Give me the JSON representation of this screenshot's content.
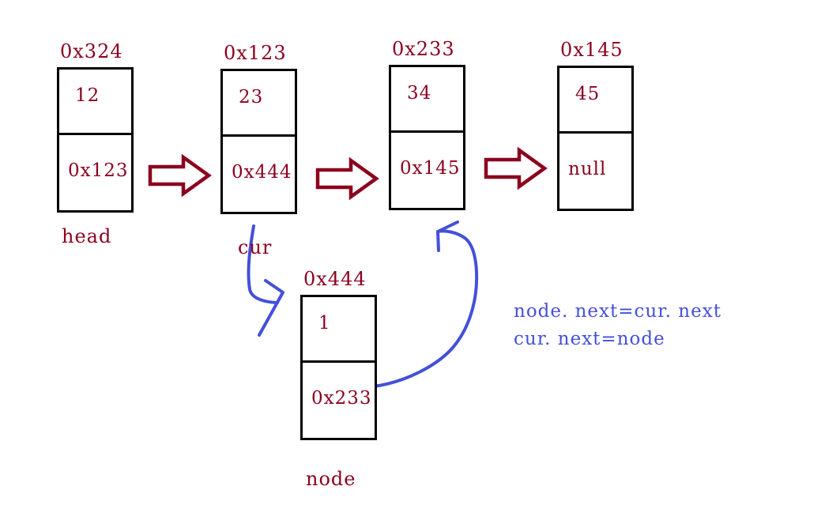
{
  "nodes": [
    {
      "address": "0x324",
      "value": "12",
      "next": "0x123",
      "label": "head"
    },
    {
      "address": "0x123",
      "value": "23",
      "next": "0x444",
      "label": "cur"
    },
    {
      "address": "0x233",
      "value": "34",
      "next": "0x145",
      "label": ""
    },
    {
      "address": "0x145",
      "value": "45",
      "next": "null",
      "label": ""
    },
    {
      "address": "0x444",
      "value": "1",
      "next": "0x233",
      "label": "node"
    }
  ],
  "code_annotation": {
    "lines": [
      "node. next=cur. next",
      "cur. next=node"
    ]
  },
  "colors": {
    "maroon": "#8b001e",
    "blue": "#4450d8",
    "box_border": "#000000",
    "background": "#ffffff"
  }
}
